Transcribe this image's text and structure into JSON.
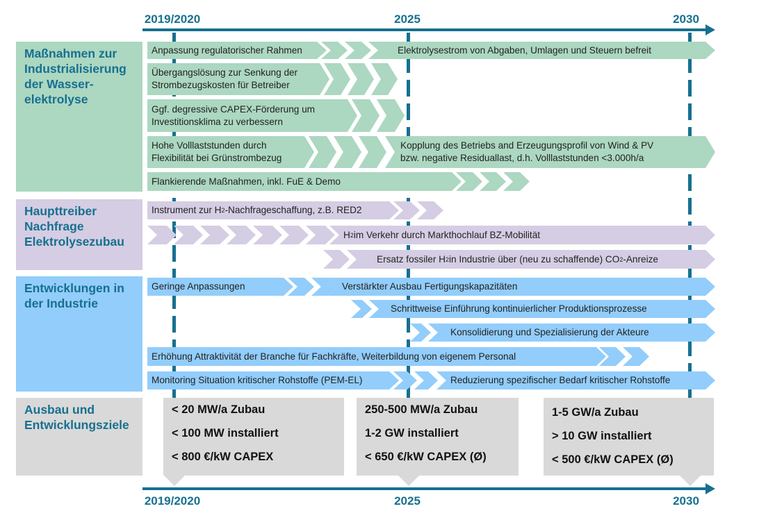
{
  "timeline": {
    "years": [
      "2019/2020",
      "2025",
      "2030"
    ]
  },
  "categories": {
    "measures": "Maßnahmen zur Industrialisierung der Wasser-elektrolyse",
    "demand": "Haupttreiber Nachfrage Elektrolysezubau",
    "industry": "Entwicklungen in der Industrie",
    "goals": "Ausbau und Entwicklungsziele"
  },
  "measures": {
    "r1a": "Anpassung regulatorischer Rahmen",
    "r1b": "Elektrolysestrom von Abgaben, Umlagen und Steuern befreit",
    "r2a1": "Übergangslösung zur Senkung der",
    "r2a2": "Strombezugskosten für Betreiber",
    "r3a1": "Ggf. degressive CAPEX-Förderung um",
    "r3a2": "Investitionsklima zu verbessern",
    "r4a1": "Hohe Volllaststunden durch",
    "r4a2": "Flexibilität bei Grünstrombezug",
    "r4b1": "Kopplung des Betriebs and Erzeugungsprofil von Wind & PV",
    "r4b2": "bzw. negative Residuallast, d.h. Volllaststunden <3.000h/a",
    "r5a": "Flankierende Maßnahmen, inkl. FuE & Demo"
  },
  "demand": {
    "r1": {
      "pre": "Instrument zur H",
      "sub": "2",
      "post": "-Nachfrageschaffung, z.B. RED2"
    },
    "r2": {
      "pre": "H",
      "sub": "2",
      "post": " im Verkehr durch Markthochlauf BZ-Mobilität"
    },
    "r3": {
      "pre": "Ersatz fossiler H",
      "sub": "2",
      "mid": " in Industrie über (neu zu schaffende) CO",
      "sub2": "2",
      "post": "-Anreize"
    }
  },
  "industry": {
    "r1a": "Geringe Anpassungen",
    "r1b": "Verstärkter Ausbau Fertigungskapazitäten",
    "r2": "Schrittweise Einführung kontinuierlicher Produktionsprozesse",
    "r3": "Konsolidierung und Spezialisierung der Akteure",
    "r4": "Erhöhung Attraktivität der Branche für Fachkräfte, Weiterbildung von eigenem Personal",
    "r5a": "Monitoring Situation kritischer Rohstoffe (PEM-EL)",
    "r5b": "Reduzierung spezifischer Bedarf kritischer Rohstoffe"
  },
  "goals": [
    [
      "< 20 MW/a Zubau",
      "< 100 MW installiert",
      "< 800 €/kW CAPEX"
    ],
    [
      "250-500 MW/a Zubau",
      "1-2 GW installiert",
      "< 650 €/kW CAPEX (Ø)"
    ],
    [
      "1-5 GW/a Zubau",
      "> 10 GW installiert",
      "< 500 €/kW CAPEX (Ø)"
    ]
  ],
  "colors": {
    "timeline": "#17708f",
    "measures": "#acd7c1",
    "demand": "#d5cde3",
    "industry": "#92cdfb",
    "goals": "#d9d9d9"
  }
}
